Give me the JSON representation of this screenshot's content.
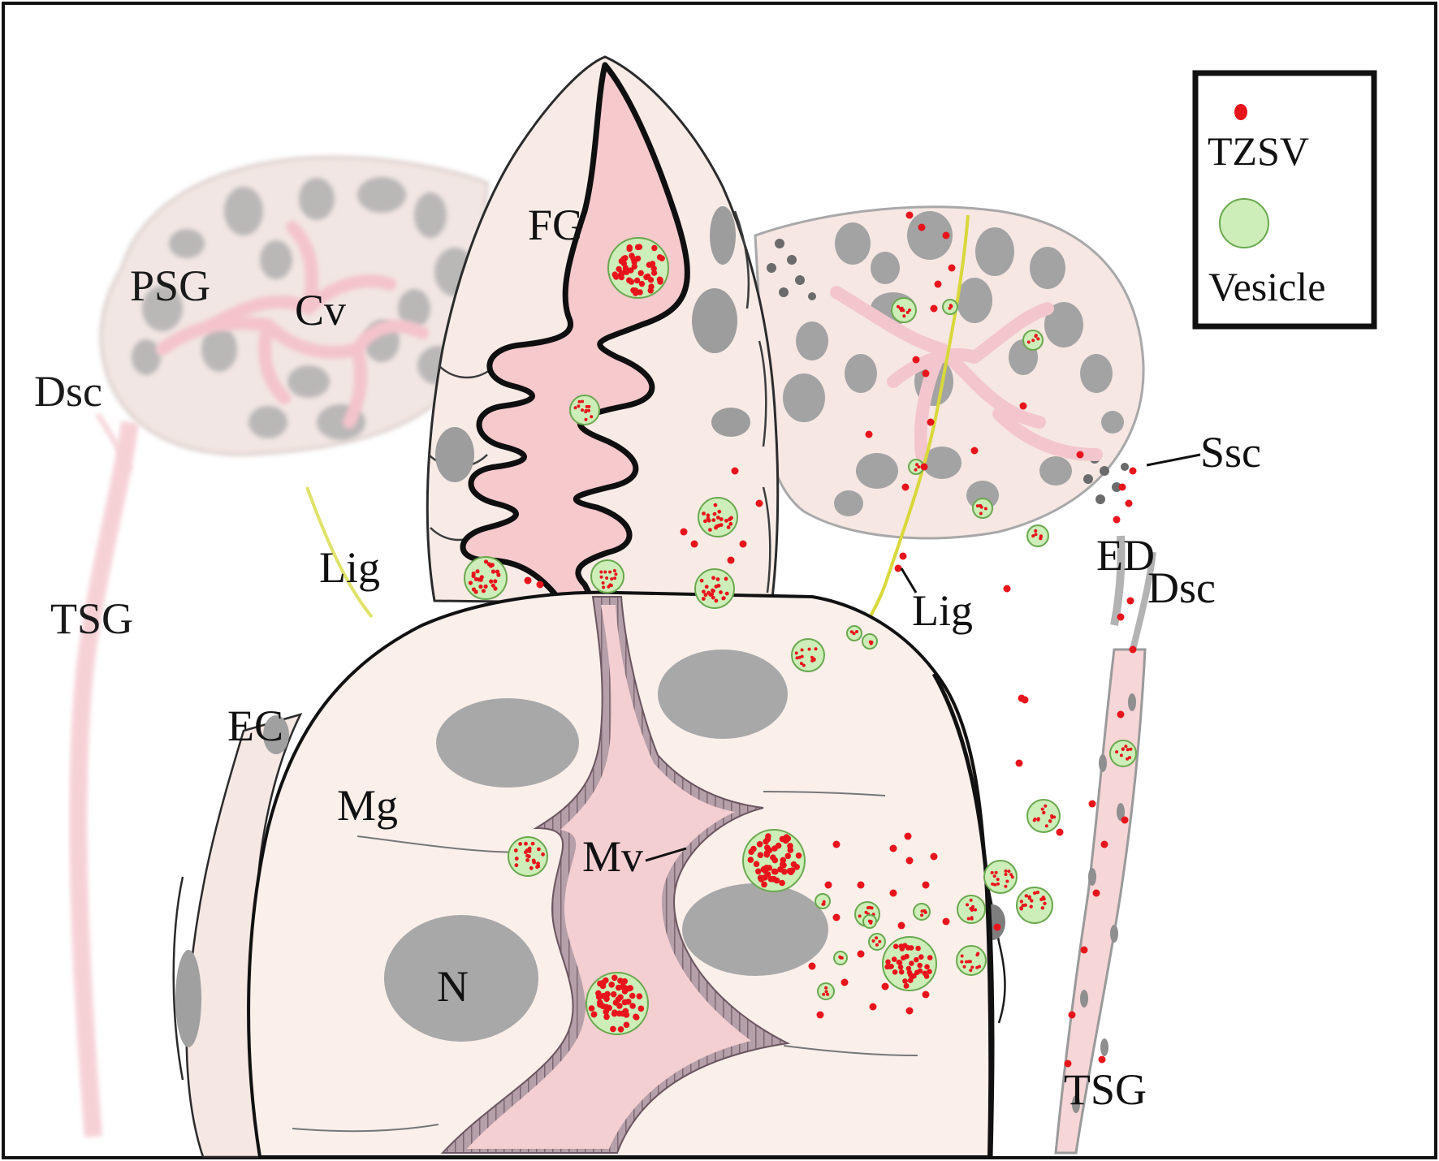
{
  "figure": {
    "labels": {
      "fg": "FG",
      "psg": "PSG",
      "cv": "Cv",
      "dsc_left": "Dsc",
      "tsg_left": "TSG",
      "lig_left": "Lig",
      "lig_right": "Lig",
      "ec": "EC",
      "mg": "Mg",
      "mv": "Mv",
      "n": "N",
      "ssc": "Ssc",
      "ed": "ED",
      "dsc_right": "Dsc",
      "tsg_right": "TSG"
    },
    "legend": {
      "items": [
        {
          "label": "TZSV",
          "symbol": "red-dot",
          "color": "#e8141c"
        },
        {
          "label": "Vesicle",
          "symbol": "green-circle",
          "color": "#cdeeb8"
        }
      ]
    },
    "colors": {
      "virus_particle": "#e8141c",
      "vesicle_fill": "#cdeeb8",
      "vesicle_stroke": "#6aa84f",
      "cell_fill": "#fbece6",
      "lumen_fill": "#f5c9cb",
      "nucleus": "#9b9b9b",
      "ligament": "#d8d83a"
    }
  }
}
